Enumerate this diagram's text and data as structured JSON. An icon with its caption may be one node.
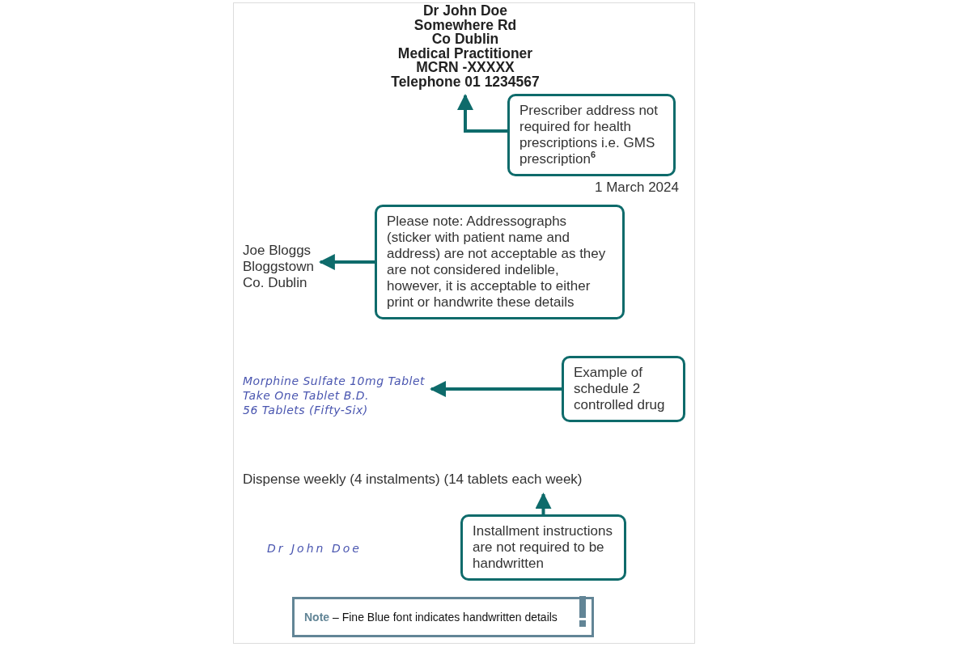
{
  "diagram": {
    "nodes": [
      {
        "text": [
          "Dr John Doe",
          "Somewhere Rd",
          "Co Dublin",
          "Medical Practitioner",
          "MCRN -XXXXX",
          "Telephone 01 1234567"
        ]
      },
      {
        "text": [
          "Prescriber address not required for health prescriptions i.e. GMS prescription$^{6}$"
        ]
      },
      {
        "text": [
          "Joe Bloggs",
          "Bloggstown",
          "Co. Dublin"
        ]
      },
      {
        "text": [
          "Please note:  Addressographs (sticker with patient name and address) are not acceptable as they are not considered indelible, however, it is acceptable to either print or handwrite these details"
        ]
      },
      {
        "text": [
          "Morphine Sulfate 10mg Tablet",
          "Take One Tablet B.D.",
          "56 Tablets (Fifty-Six)"
        ]
      },
      {
        "text": [
          "Example of schedule 2 controlled drug"
        ]
      },
      {
        "text": [
          "Dispense weekly (4 instalments) (14 tablets each week)"
        ]
      },
      {
        "text": [
          "Installment instructions are not required to be handwritten"
        ]
      },
      {
        "text": [
          "**Note** – Fine Blue font indicates handwritten details"
        ]
      }
    ],
    "edges": [
      {
        "from": 1,
        "to": 0,
        "arrow": "to"
      },
      {
        "from": 3,
        "to": 2,
        "arrow": "to"
      },
      {
        "from": 5,
        "to": 4,
        "arrow": "to"
      },
      {
        "from": 7,
        "to": 6,
        "arrow": "to"
      }
    ],
    "labels": [
      "1 March 2024",
      "Dr John Doe"
    ]
  }
}
